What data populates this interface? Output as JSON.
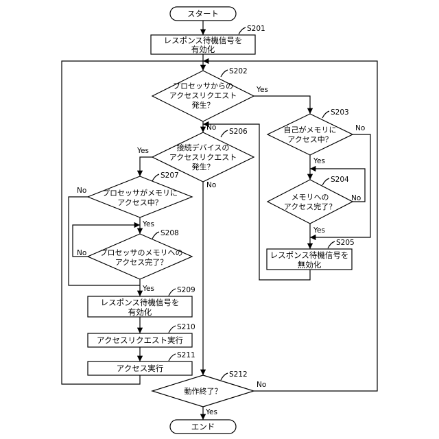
{
  "start": "スタート",
  "end": "エンド",
  "steps": {
    "s201": {
      "id": "S201",
      "lines": [
        "レスポンス待機信号を",
        "有効化"
      ]
    },
    "s202": {
      "id": "S202",
      "lines": [
        "プロセッサからの",
        "アクセスリクエスト",
        "発生？"
      ]
    },
    "s203": {
      "id": "S203",
      "lines": [
        "自己がメモリに",
        "アクセス中？"
      ]
    },
    "s204": {
      "id": "S204",
      "lines": [
        "メモリへの",
        "アクセス完了？"
      ]
    },
    "s205": {
      "id": "S205",
      "lines": [
        "レスポンス待機信号を",
        "無効化"
      ]
    },
    "s206": {
      "id": "S206",
      "lines": [
        "接続デバイスの",
        "アクセスリクエスト",
        "発生？"
      ]
    },
    "s207": {
      "id": "S207",
      "lines": [
        "プロセッサがメモリに",
        "アクセス中？"
      ]
    },
    "s208": {
      "id": "S208",
      "lines": [
        "プロセッサのメモリへの",
        "アクセス完了？"
      ]
    },
    "s209": {
      "id": "S209",
      "lines": [
        "レスポンス待機信号を",
        "有効化"
      ]
    },
    "s210": {
      "id": "S210",
      "lines": [
        "アクセスリクエスト実行"
      ]
    },
    "s211": {
      "id": "S211",
      "lines": [
        "アクセス実行"
      ]
    },
    "s212": {
      "id": "S212",
      "lines": [
        "動作終了？"
      ]
    }
  },
  "labels": {
    "yes": "Yes",
    "no": "No"
  }
}
